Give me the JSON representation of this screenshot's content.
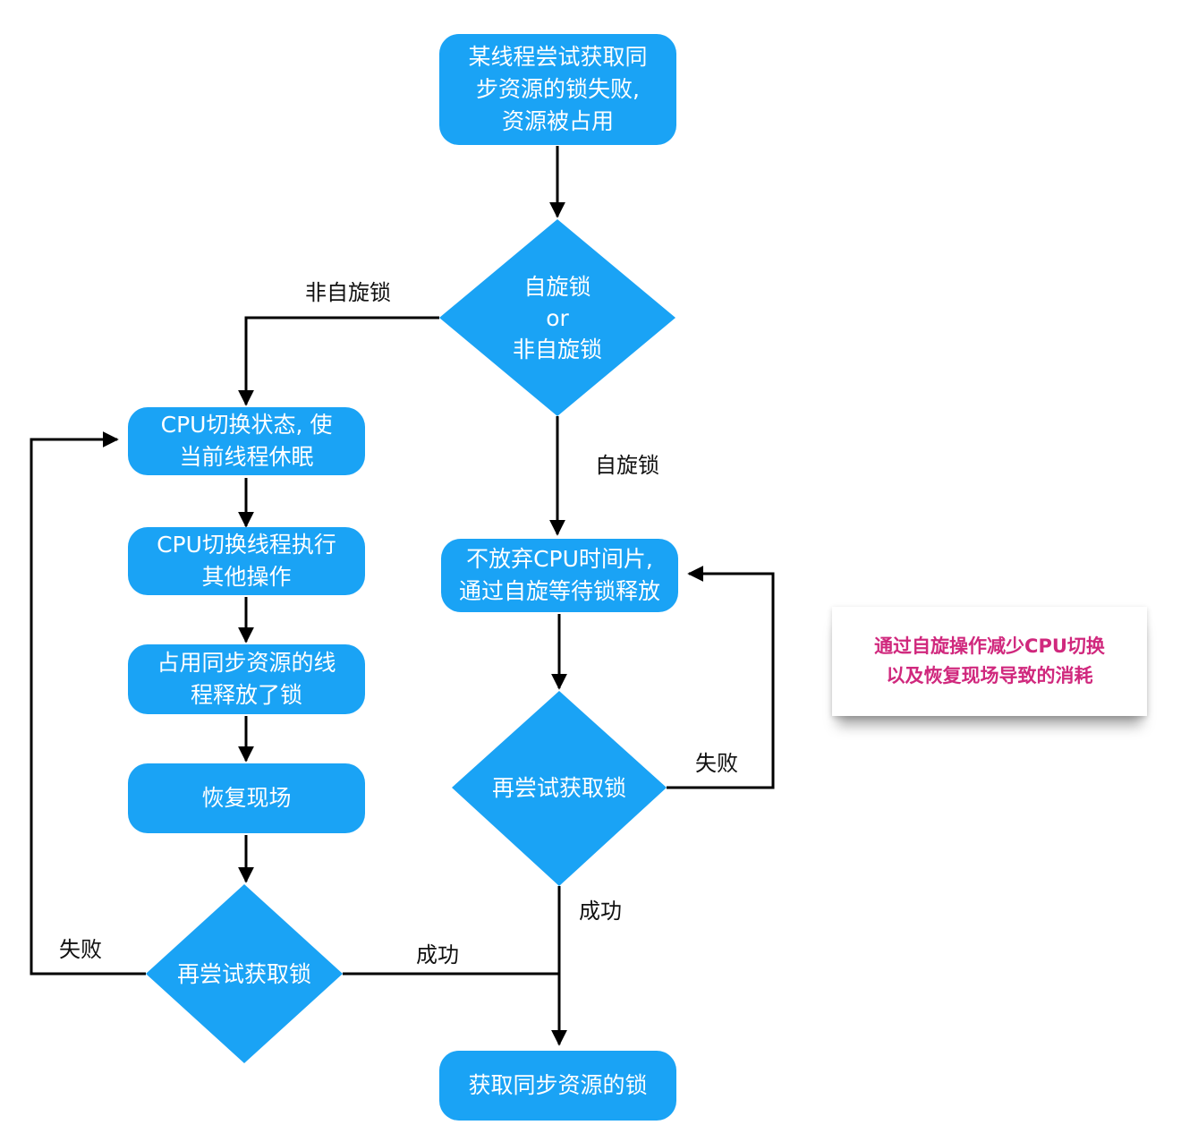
{
  "nodes": {
    "start": "某线程尝试获取同\n步资源的锁失败,\n资源被占用",
    "decision_type": "自旋锁\nor\n非自旋锁",
    "cpu_switch_sleep": "CPU切换状态, 使\n当前线程休眠",
    "cpu_switch_other": "CPU切换线程执行\n其他操作",
    "owner_released": "占用同步资源的线\n程释放了锁",
    "restore": "恢复现场",
    "retry_left": "再尝试获取锁",
    "spin_wait": "不放弃CPU时间片,\n通过自旋等待锁释放",
    "retry_right": "再尝试获取锁",
    "acquired": "获取同步资源的锁"
  },
  "labels": {
    "non_spin": "非自旋锁",
    "spin": "自旋锁",
    "fail_right": "失败",
    "success_right": "成功",
    "fail_left": "失败",
    "success_left": "成功"
  },
  "note": {
    "text": "通过自旋操作减少CPU切换\n以及恢复现场导致的消耗"
  },
  "colors": {
    "node_fill": "#1aa3f5",
    "node_text": "#ffffff",
    "edge": "#000000",
    "note_text": "#d0287d"
  }
}
